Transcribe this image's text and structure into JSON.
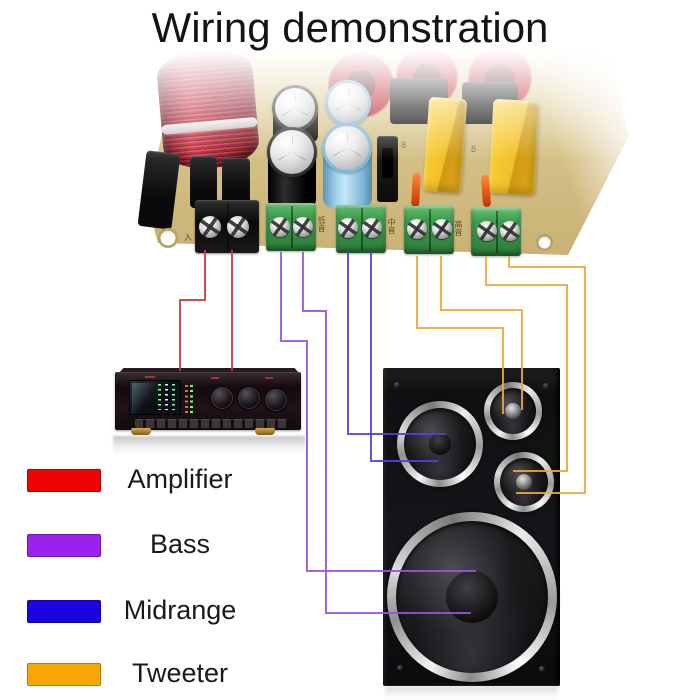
{
  "title": "Wiring demonstration",
  "legend": {
    "items": [
      {
        "label": "Amplifier",
        "color": "#ee0404"
      },
      {
        "label": "Bass",
        "color": "#9b22ee"
      },
      {
        "label": "Midrange",
        "color": "#1a05e0"
      },
      {
        "label": "Tweeter",
        "color": "#f7a703"
      }
    ]
  },
  "board": {
    "silkscreen": {
      "input": "入",
      "bass": "低音",
      "mid": "中音",
      "high": "高音",
      "cap_mark": "8"
    }
  },
  "wires": {
    "stroke_width": 2,
    "groups": [
      {
        "name": "amplifier",
        "color": "#c8383f",
        "paths": [
          "205,250 205,300 180,300 180,371",
          "232,250 232,371"
        ]
      },
      {
        "name": "bass",
        "color": "#9a52d8",
        "paths": [
          "281,252 281,341 307,341 307,571 476,571",
          "303,252 303,311 326,311 326,613 471,613"
        ]
      },
      {
        "name": "midrange",
        "color": "#4d44d6",
        "paths": [
          "348,252 348,434 446,434",
          "371,252 371,461 438,461"
        ]
      },
      {
        "name": "tweeter",
        "color": "#eaa83e",
        "paths": [
          "417,256 417,328 503,328 503,414",
          "441,256 441,310 522,310 522,410",
          "486,256 486,285 567,285 567,471 513,471",
          "509,256 509,267 585,267 585,493 516,493"
        ]
      }
    ]
  }
}
